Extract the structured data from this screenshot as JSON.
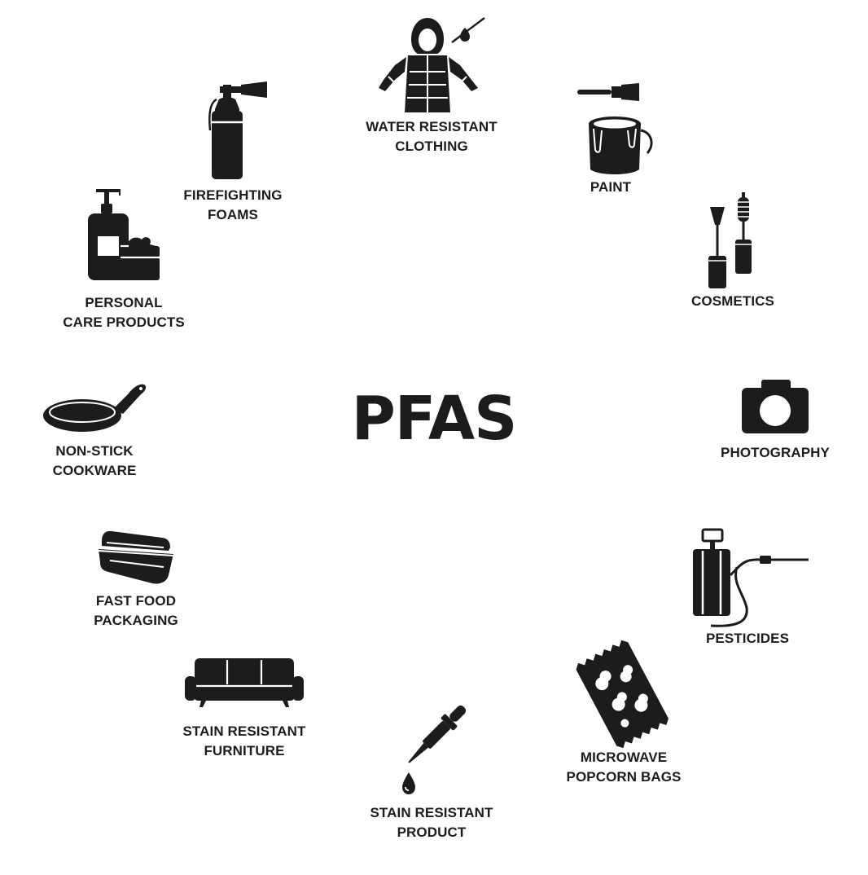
{
  "center": {
    "title": "PFAS"
  },
  "items": [
    {
      "key": "water_resistant_clothing",
      "icon": "hooded-jacket-icon",
      "lines": [
        "WATER RESISTANT",
        "CLOTHING"
      ]
    },
    {
      "key": "paint",
      "icon": "paint-bucket-icon",
      "lines": [
        "PAINT"
      ]
    },
    {
      "key": "cosmetics",
      "icon": "cosmetics-icon",
      "lines": [
        "COSMETICS"
      ]
    },
    {
      "key": "photography",
      "icon": "camera-icon",
      "lines": [
        "PHOTOGRAPHY"
      ]
    },
    {
      "key": "pesticides",
      "icon": "pesticide-sprayer-icon",
      "lines": [
        "PESTICIDES"
      ]
    },
    {
      "key": "microwave_popcorn_bags",
      "icon": "popcorn-bag-icon",
      "lines": [
        "MICROWAVE",
        "POPCORN BAGS"
      ]
    },
    {
      "key": "stain_resistant_product",
      "icon": "dropper-icon",
      "lines": [
        "STAIN RESISTANT",
        "PRODUCT"
      ]
    },
    {
      "key": "stain_resistant_furniture",
      "icon": "sofa-icon",
      "lines": [
        "STAIN RESISTANT",
        "FURNITURE"
      ]
    },
    {
      "key": "fast_food_packaging",
      "icon": "food-container-icon",
      "lines": [
        "FAST FOOD",
        "PACKAGING"
      ]
    },
    {
      "key": "non_stick_cookware",
      "icon": "frying-pan-icon",
      "lines": [
        "NON-STICK",
        "COOKWARE"
      ]
    },
    {
      "key": "personal_care_products",
      "icon": "lotion-bottle-icon",
      "lines": [
        "PERSONAL",
        "CARE PRODUCTS"
      ]
    },
    {
      "key": "firefighting_foams",
      "icon": "fire-extinguisher-icon",
      "lines": [
        "FIREFIGHTING",
        "FOAMS"
      ]
    }
  ],
  "colors": {
    "ink": "#1c1c1c",
    "background": "#ffffff"
  }
}
